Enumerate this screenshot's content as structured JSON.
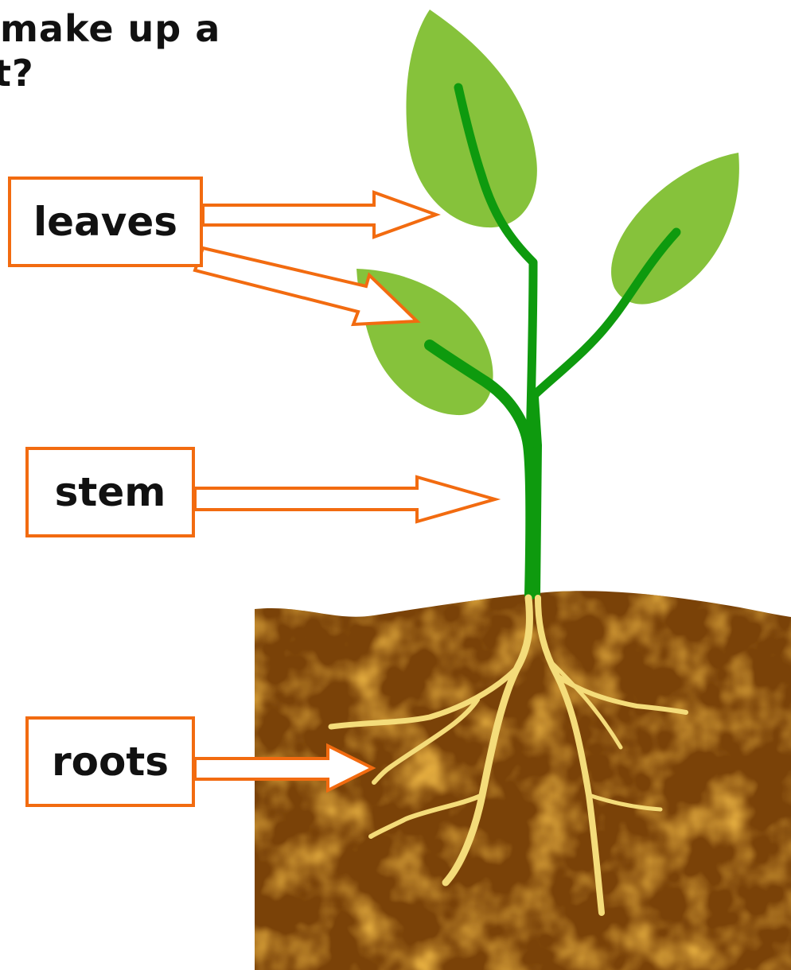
{
  "question": {
    "line1": "make up a",
    "line2": "t?"
  },
  "labels": {
    "leaves": "leaves",
    "stem": "stem",
    "roots": "roots"
  },
  "colors": {
    "accent_orange": "#f26b10",
    "leaf_green": "#86c23b",
    "stem_green": "#0e9a0e",
    "soil_brown": "#7a4208",
    "soil_orange": "#c2690f",
    "root_yellow": "#f4dc7a"
  }
}
